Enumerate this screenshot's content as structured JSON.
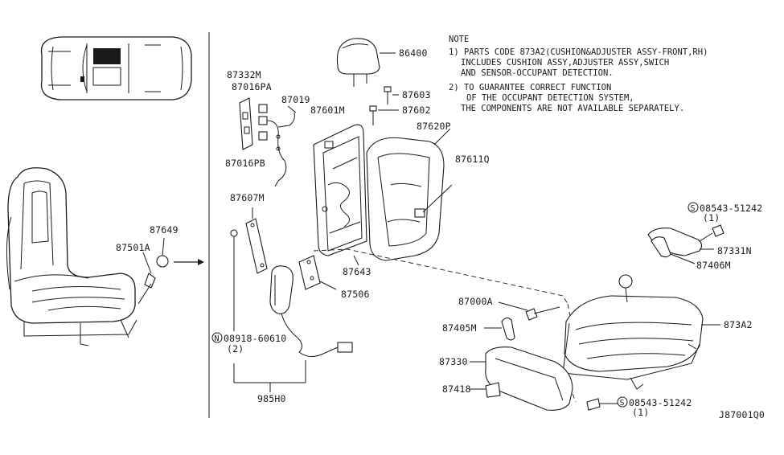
{
  "diagram_id": "J87001Q0",
  "note": {
    "title": "NOTE",
    "lines": [
      "1) PARTS CODE 873A2(CUSHION&ADJUSTER ASSY-FRONT,RH)",
      "INCLUDES CUSHION ASSY,ADJUSTER ASSY,SWICH",
      "AND SENSOR-OCCUPANT DETECTION.",
      "2) TO GUARANTEE CORRECT FUNCTION",
      "OF THE OCCUPANT DETECTION SYSTEM,",
      "THE COMPONENTS ARE NOT AVAILABLE SEPARATELY."
    ]
  },
  "labels": {
    "p87649": "87649",
    "p87501A": "87501A",
    "p87332M": "87332M",
    "p87016PA": "87016PA",
    "p87019": "87019",
    "p87016PB": "87016PB",
    "p86400": "86400",
    "p87603": "87603",
    "p87601M": "87601M",
    "p87602": "87602",
    "p87620P": "87620P",
    "p87611Q": "87611Q",
    "p87607M": "87607M",
    "p87643": "87643",
    "p87506": "87506",
    "p08918": "08918-60610",
    "p08918_qty": "(2)",
    "p985H0": "985H0",
    "p08543a": "08543-51242",
    "p08543a_qty": "(1)",
    "p87331N": "87331N",
    "p87406M": "87406M",
    "p87000A": "87000A",
    "p87405M": "87405M",
    "p873A2": "873A2",
    "p87330": "87330",
    "p87418": "87418",
    "p08543b": "08543-51242",
    "p08543b_qty": "(1)",
    "badge_n": "N",
    "badge_s": "S"
  }
}
